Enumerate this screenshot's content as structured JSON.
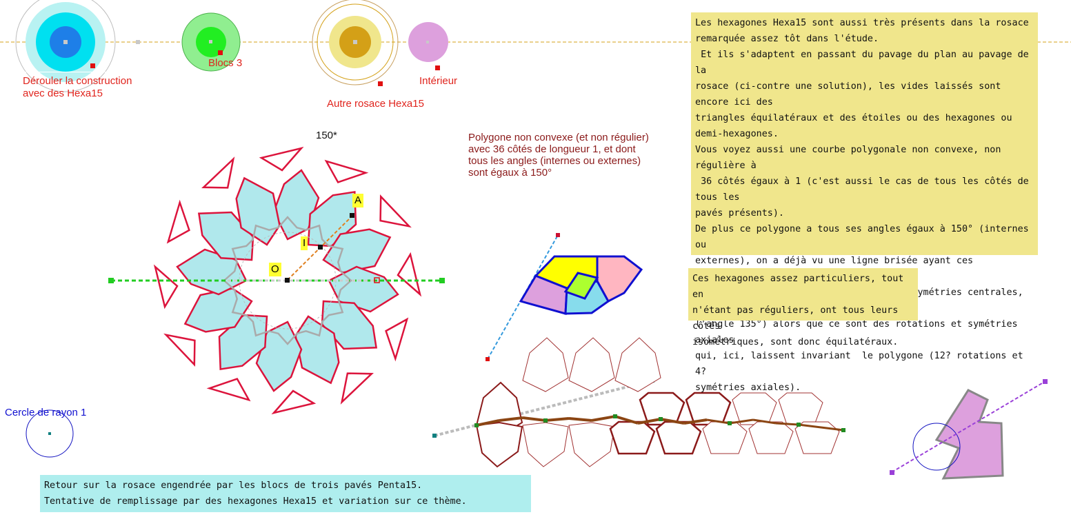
{
  "buttons": {
    "derouler": [
      "Dérouler la construction",
      "avec des Hexa15"
    ],
    "blocs": "Blocs 3",
    "autre_rosace": "Autre rosace Hexa15",
    "interieur": "Intérieur"
  },
  "angle_label": "150*",
  "polygon_note": [
    "Polygone non convexe (et non régulier)",
    "avec 36 côtés de longueur 1, et dont",
    "tous les angles (internes ou externes)",
    "sont égaux à 150°"
  ],
  "circle_label": "Cercle de rayon 1",
  "points": {
    "A": "A",
    "I": "I",
    "O": "O"
  },
  "main_box": [
    "Les hexagones Hexa15 sont aussi très présents dans la rosace",
    "remarquée assez tôt dans l'étude.",
    " Et ils s'adaptent en passant du pavage du plan au pavage de la",
    "rosace (ci-contre une solution), les vides laissés sont encore ici des",
    "triangles équilatéraux et des étoiles ou des hexagones ou",
    "demi-hexagones.",
    "Vous voyez aussi une courbe polygonale non convexe, non régulière à",
    " 36 côtés égaux à 1 (c'est aussi le cas de tous les côtés de tous les",
    "pavés présents).",
    "De plus ce polygone a tous ses angles égaux à 150° (internes ou",
    "externes), on a déjà vu une ligne brisée ayant ces propriétés",
    "(courbe invariante par translations et symétries centrales, pour",
    "l'angle 135°) alors que ce sont des rotations et symétries axiales",
    "qui, ici, laissent invariant  le polygone (12? rotations et 4?",
    "symétries axiales)."
  ],
  "hex_box": [
    "Ces hexagones assez particuliers, tout en",
    "n'étant pas réguliers, ont tous leurs côtés",
    "isométriques, sont donc équilatéraux."
  ],
  "bottom_box": [
    "Retour sur la rosace engendrée par les blocs de trois pavés Penta15.",
    "Tentative de remplissage par des hexagones Hexa15 et variation sur ce thème."
  ],
  "colors": {
    "yellow_box": "#f0e68c",
    "cyan_box": "#afeeee",
    "crimson": "#dc143c",
    "tile_fill": "#b0e8ec",
    "violet": "#dda0dd",
    "dark_red": "#8b1a1a"
  }
}
